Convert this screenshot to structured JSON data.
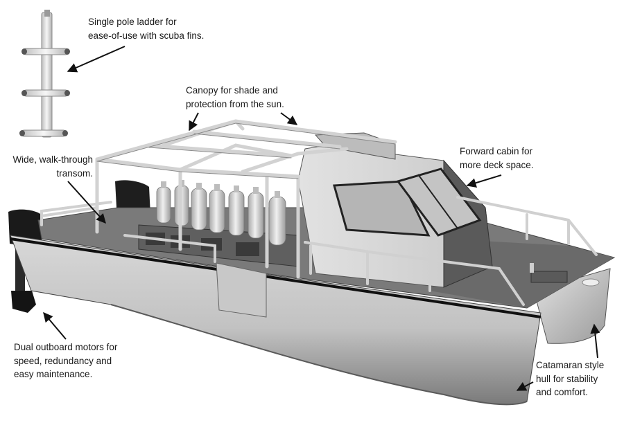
{
  "callouts": {
    "ladder": [
      "Single pole ladder for",
      "ease-of-use with scuba fins."
    ],
    "canopy": [
      "Canopy for shade and",
      "protection from the sun."
    ],
    "transom": [
      "Wide, walk-through",
      "transom."
    ],
    "cabin": [
      "Forward cabin for",
      "more deck space."
    ],
    "motors": [
      "Dual outboard motors for",
      "speed, redundancy and",
      "easy maintenance."
    ],
    "hull": [
      "Catamaran style",
      "hull for stability",
      "and comfort."
    ]
  },
  "colors": {
    "hull_light": "#d6d6d6",
    "hull_dark": "#8e8e8e",
    "deck": "#6f6f6f",
    "cabin": "#d9d9d9",
    "window": "#b9b9b9",
    "frame": "#cfcfcf",
    "motor": "#1c1c1c",
    "tank": "#e2e2e2",
    "text": "#1a1a1a"
  }
}
